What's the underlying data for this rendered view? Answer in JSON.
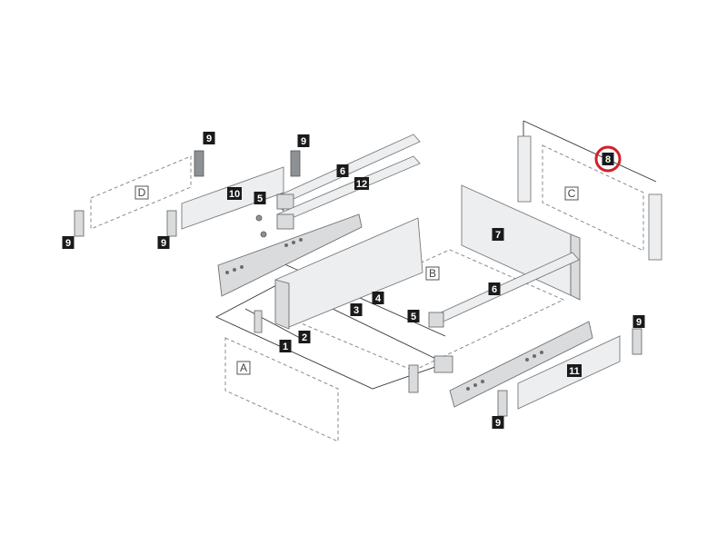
{
  "callouts": [
    {
      "id": "c1",
      "text": "1"
    },
    {
      "id": "c2",
      "text": "2"
    },
    {
      "id": "c3",
      "text": "3"
    },
    {
      "id": "c4",
      "text": "4"
    },
    {
      "id": "c5a",
      "text": "5"
    },
    {
      "id": "c5b",
      "text": "5"
    },
    {
      "id": "c6a",
      "text": "6"
    },
    {
      "id": "c6b",
      "text": "6"
    },
    {
      "id": "c7",
      "text": "7"
    },
    {
      "id": "c8",
      "text": "8"
    },
    {
      "id": "c9a",
      "text": "9"
    },
    {
      "id": "c9b",
      "text": "9"
    },
    {
      "id": "c9c",
      "text": "9"
    },
    {
      "id": "c9d",
      "text": "9"
    },
    {
      "id": "c9e",
      "text": "9"
    },
    {
      "id": "c9f",
      "text": "9"
    },
    {
      "id": "c10",
      "text": "10"
    },
    {
      "id": "c11",
      "text": "11"
    },
    {
      "id": "c12",
      "text": "12"
    }
  ],
  "panels": [
    {
      "id": "A",
      "text": "A"
    },
    {
      "id": "B",
      "text": "B"
    },
    {
      "id": "C",
      "text": "C"
    },
    {
      "id": "D",
      "text": "D"
    }
  ],
  "highlight": {
    "target": "8",
    "color": "#d0202a"
  },
  "colors": {
    "badge": "#1a1a1a",
    "metal": "#d9dbdd",
    "outline": "#6c6f72"
  }
}
